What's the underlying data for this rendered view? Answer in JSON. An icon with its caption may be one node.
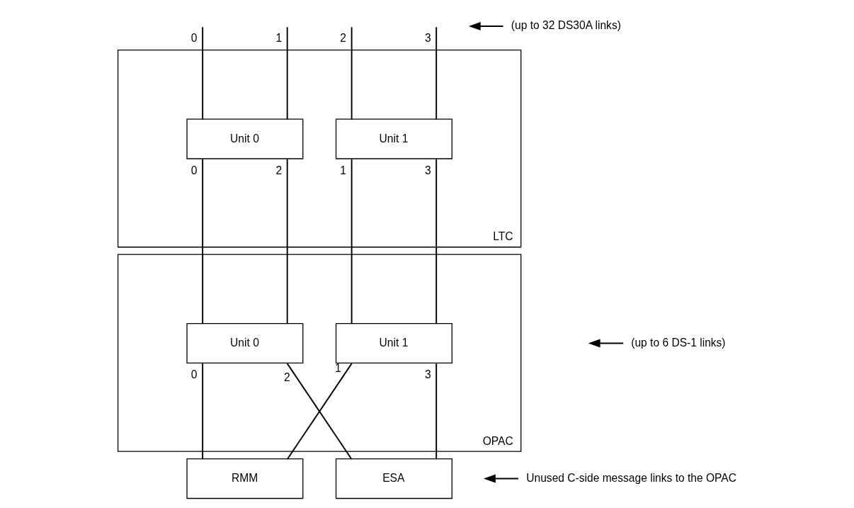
{
  "diagram": {
    "nodes": [
      {
        "text": [
          "LTC"
        ]
      },
      {
        "text": [
          "Unit 0"
        ],
        "in": 0
      },
      {
        "text": [
          "Unit 1"
        ],
        "in": 0
      },
      {
        "text": [
          "OPAC"
        ]
      },
      {
        "text": [
          "Unit 0"
        ],
        "in": 3
      },
      {
        "text": [
          "Unit 1"
        ],
        "in": 3
      },
      {
        "text": [
          "RMM"
        ]
      },
      {
        "text": [
          "ESA"
        ]
      },
      {
        "text": [
          "(up to 32 DS30A links)"
        ]
      },
      {
        "text": [
          "(up to 6 DS-1 links)"
        ]
      },
      {
        "text": [
          "Unused C-side message links to the OPAC"
        ]
      }
    ],
    "edges": [
      {
        "from": null,
        "to": 1,
        "arrow": "none",
        "label": "0"
      },
      {
        "from": null,
        "to": 1,
        "arrow": "none",
        "label": "1"
      },
      {
        "from": null,
        "to": 2,
        "arrow": "none",
        "label": "2"
      },
      {
        "from": null,
        "to": 2,
        "arrow": "none",
        "label": "3"
      },
      {
        "from": 1,
        "to": 4,
        "arrow": "none",
        "label": "0"
      },
      {
        "from": 1,
        "to": 4,
        "arrow": "none",
        "label": "2"
      },
      {
        "from": 2,
        "to": 5,
        "arrow": "none",
        "label": "1"
      },
      {
        "from": 2,
        "to": 5,
        "arrow": "none",
        "label": "3"
      },
      {
        "from": 4,
        "to": 6,
        "arrow": "none",
        "label": "0"
      },
      {
        "from": 4,
        "to": 7,
        "arrow": "none",
        "label": "2"
      },
      {
        "from": 5,
        "to": 6,
        "arrow": "none",
        "label": "1"
      },
      {
        "from": 5,
        "to": 7,
        "arrow": "none",
        "label": "3"
      },
      {
        "from": 8,
        "to": null,
        "arrow": "to"
      },
      {
        "from": 9,
        "to": null,
        "arrow": "to"
      },
      {
        "from": 10,
        "to": null,
        "arrow": "to"
      }
    ]
  }
}
